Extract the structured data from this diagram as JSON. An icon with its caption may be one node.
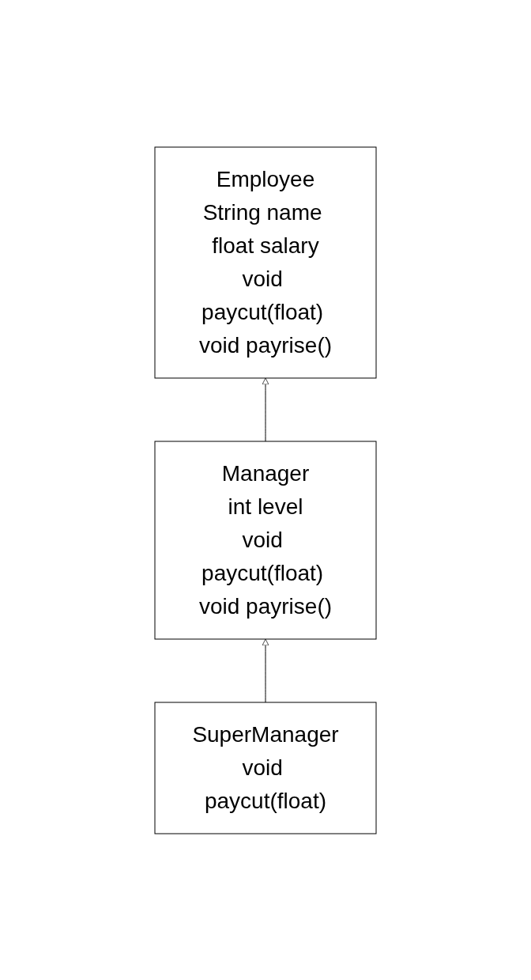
{
  "diagram": {
    "nodes": [
      {
        "text": [
          "Employee",
          "String name float salary",
          "void paycut(float) void payrise()"
        ]
      },
      {
        "text": [
          "Manager",
          "int level",
          "void paycut(float) void payrise()"
        ]
      },
      {
        "text": [
          "SuperManager",
          "void paycut(float)"
        ]
      }
    ],
    "edges": [
      {
        "from": 1,
        "to": 0,
        "arrow": "to"
      },
      {
        "from": 2,
        "to": 1,
        "arrow": "to"
      }
    ]
  }
}
